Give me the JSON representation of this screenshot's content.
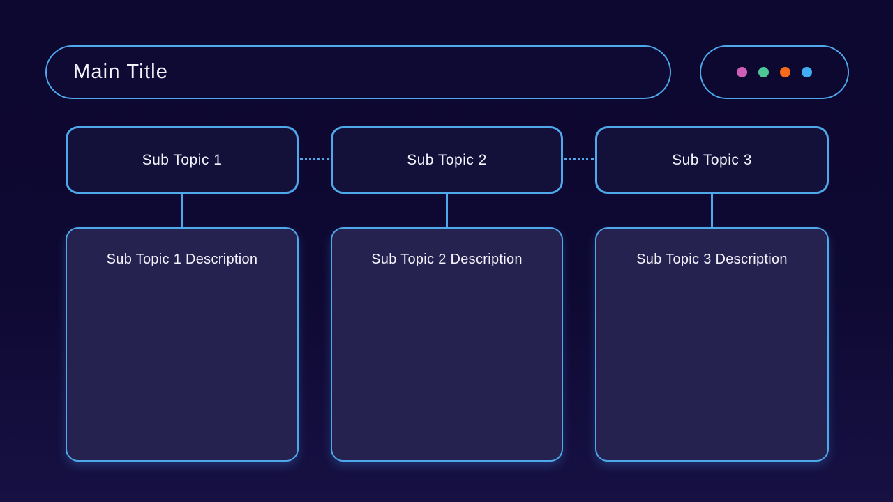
{
  "canvas": {
    "background_top": "#0d0830",
    "background_bottom": "#171143",
    "accent_border": "#4fa8ea",
    "text_color": "#f4f2fc",
    "topic_fill": "#131039",
    "description_fill": "#262250"
  },
  "header": {
    "title": "Main Title"
  },
  "dots": [
    {
      "name": "pink-dot",
      "color": "#cf5fb6"
    },
    {
      "name": "green-dot",
      "color": "#4cc795"
    },
    {
      "name": "orange-dot",
      "color": "#f8691c"
    },
    {
      "name": "blue-dot",
      "color": "#41adf2"
    }
  ],
  "topics": [
    {
      "label": "Sub Topic 1",
      "description": "Sub Topic 1 Description"
    },
    {
      "label": "Sub Topic 2",
      "description": "Sub Topic 2 Description"
    },
    {
      "label": "Sub Topic 3",
      "description": "Sub Topic 3 Description"
    }
  ]
}
